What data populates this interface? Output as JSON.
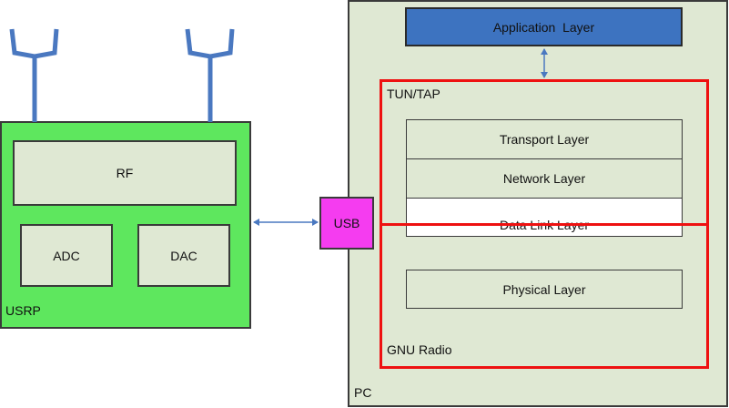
{
  "pc": {
    "label": "PC"
  },
  "usrp": {
    "label": "USRP"
  },
  "blocks": {
    "rf": "RF",
    "adc": "ADC",
    "dac": "DAC",
    "usb": "USB"
  },
  "stack": {
    "application": "Application  Layer",
    "transport": "Transport Layer",
    "network": "Network Layer",
    "datalink": "Data Link Layer",
    "physical": "Physical Layer"
  },
  "groups": {
    "tuntap": "TUN/TAP",
    "gnuradio": "GNU Radio"
  },
  "colors": {
    "usrp_fill": "#5ee75e",
    "box_fill": "#dfe8d3",
    "app_fill": "#3d73c0",
    "usb_fill": "#f53cf0",
    "group_border": "#ee1111",
    "connector": "#4a78c0"
  }
}
